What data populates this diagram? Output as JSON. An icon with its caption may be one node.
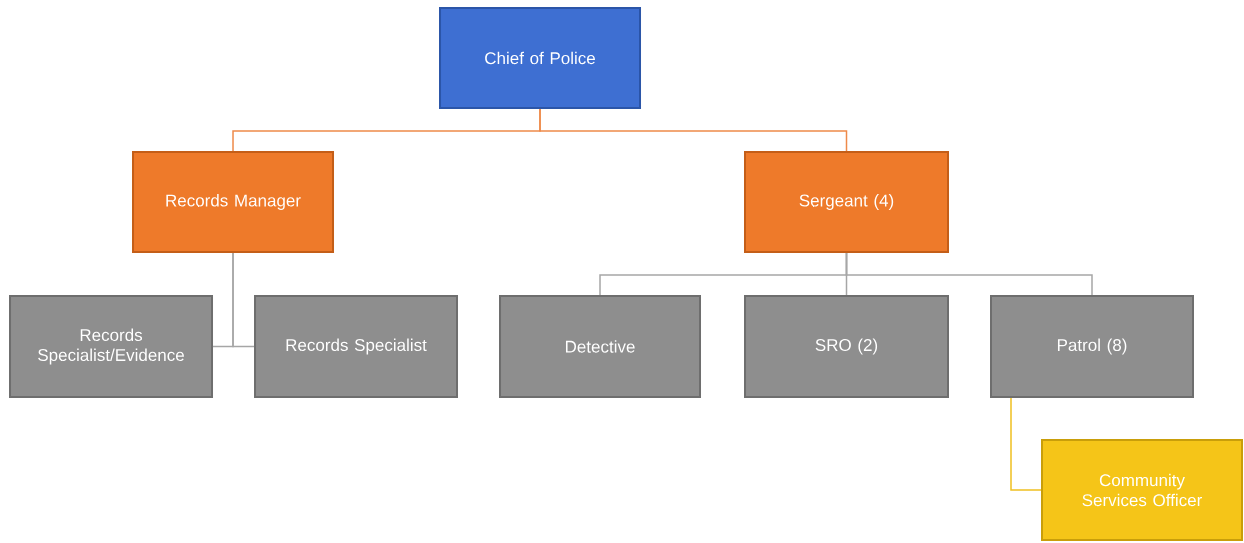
{
  "diagram": {
    "nodes": [
      {
        "text": [
          "Chief of Police"
        ]
      },
      {
        "text": [
          "Records Manager"
        ]
      },
      {
        "text": [
          "Sergeant (4)"
        ]
      },
      {
        "text": [
          "Records Specialist/Evidence"
        ]
      },
      {
        "text": [
          "Records Specialist"
        ]
      },
      {
        "text": [
          "Detective"
        ]
      },
      {
        "text": [
          "SRO (2)"
        ]
      },
      {
        "text": [
          "Patrol (8)"
        ]
      },
      {
        "text": [
          "Community Services Officer"
        ]
      }
    ],
    "edges": [
      {
        "from": 0,
        "to": 1,
        "arrow": "none",
        "color": "#ee8a4a"
      },
      {
        "from": 0,
        "to": 2,
        "arrow": "none",
        "color": "#ee8a4a"
      },
      {
        "from": 1,
        "to": 3,
        "arrow": "none"
      },
      {
        "from": 1,
        "to": 4,
        "arrow": "none"
      },
      {
        "from": 2,
        "to": 5,
        "arrow": "none"
      },
      {
        "from": 2,
        "to": 6,
        "arrow": "none"
      },
      {
        "from": 2,
        "to": 7,
        "arrow": "none"
      },
      {
        "from": 7,
        "to": 8,
        "arrow": "none",
        "color": "#f0c020"
      }
    ]
  }
}
